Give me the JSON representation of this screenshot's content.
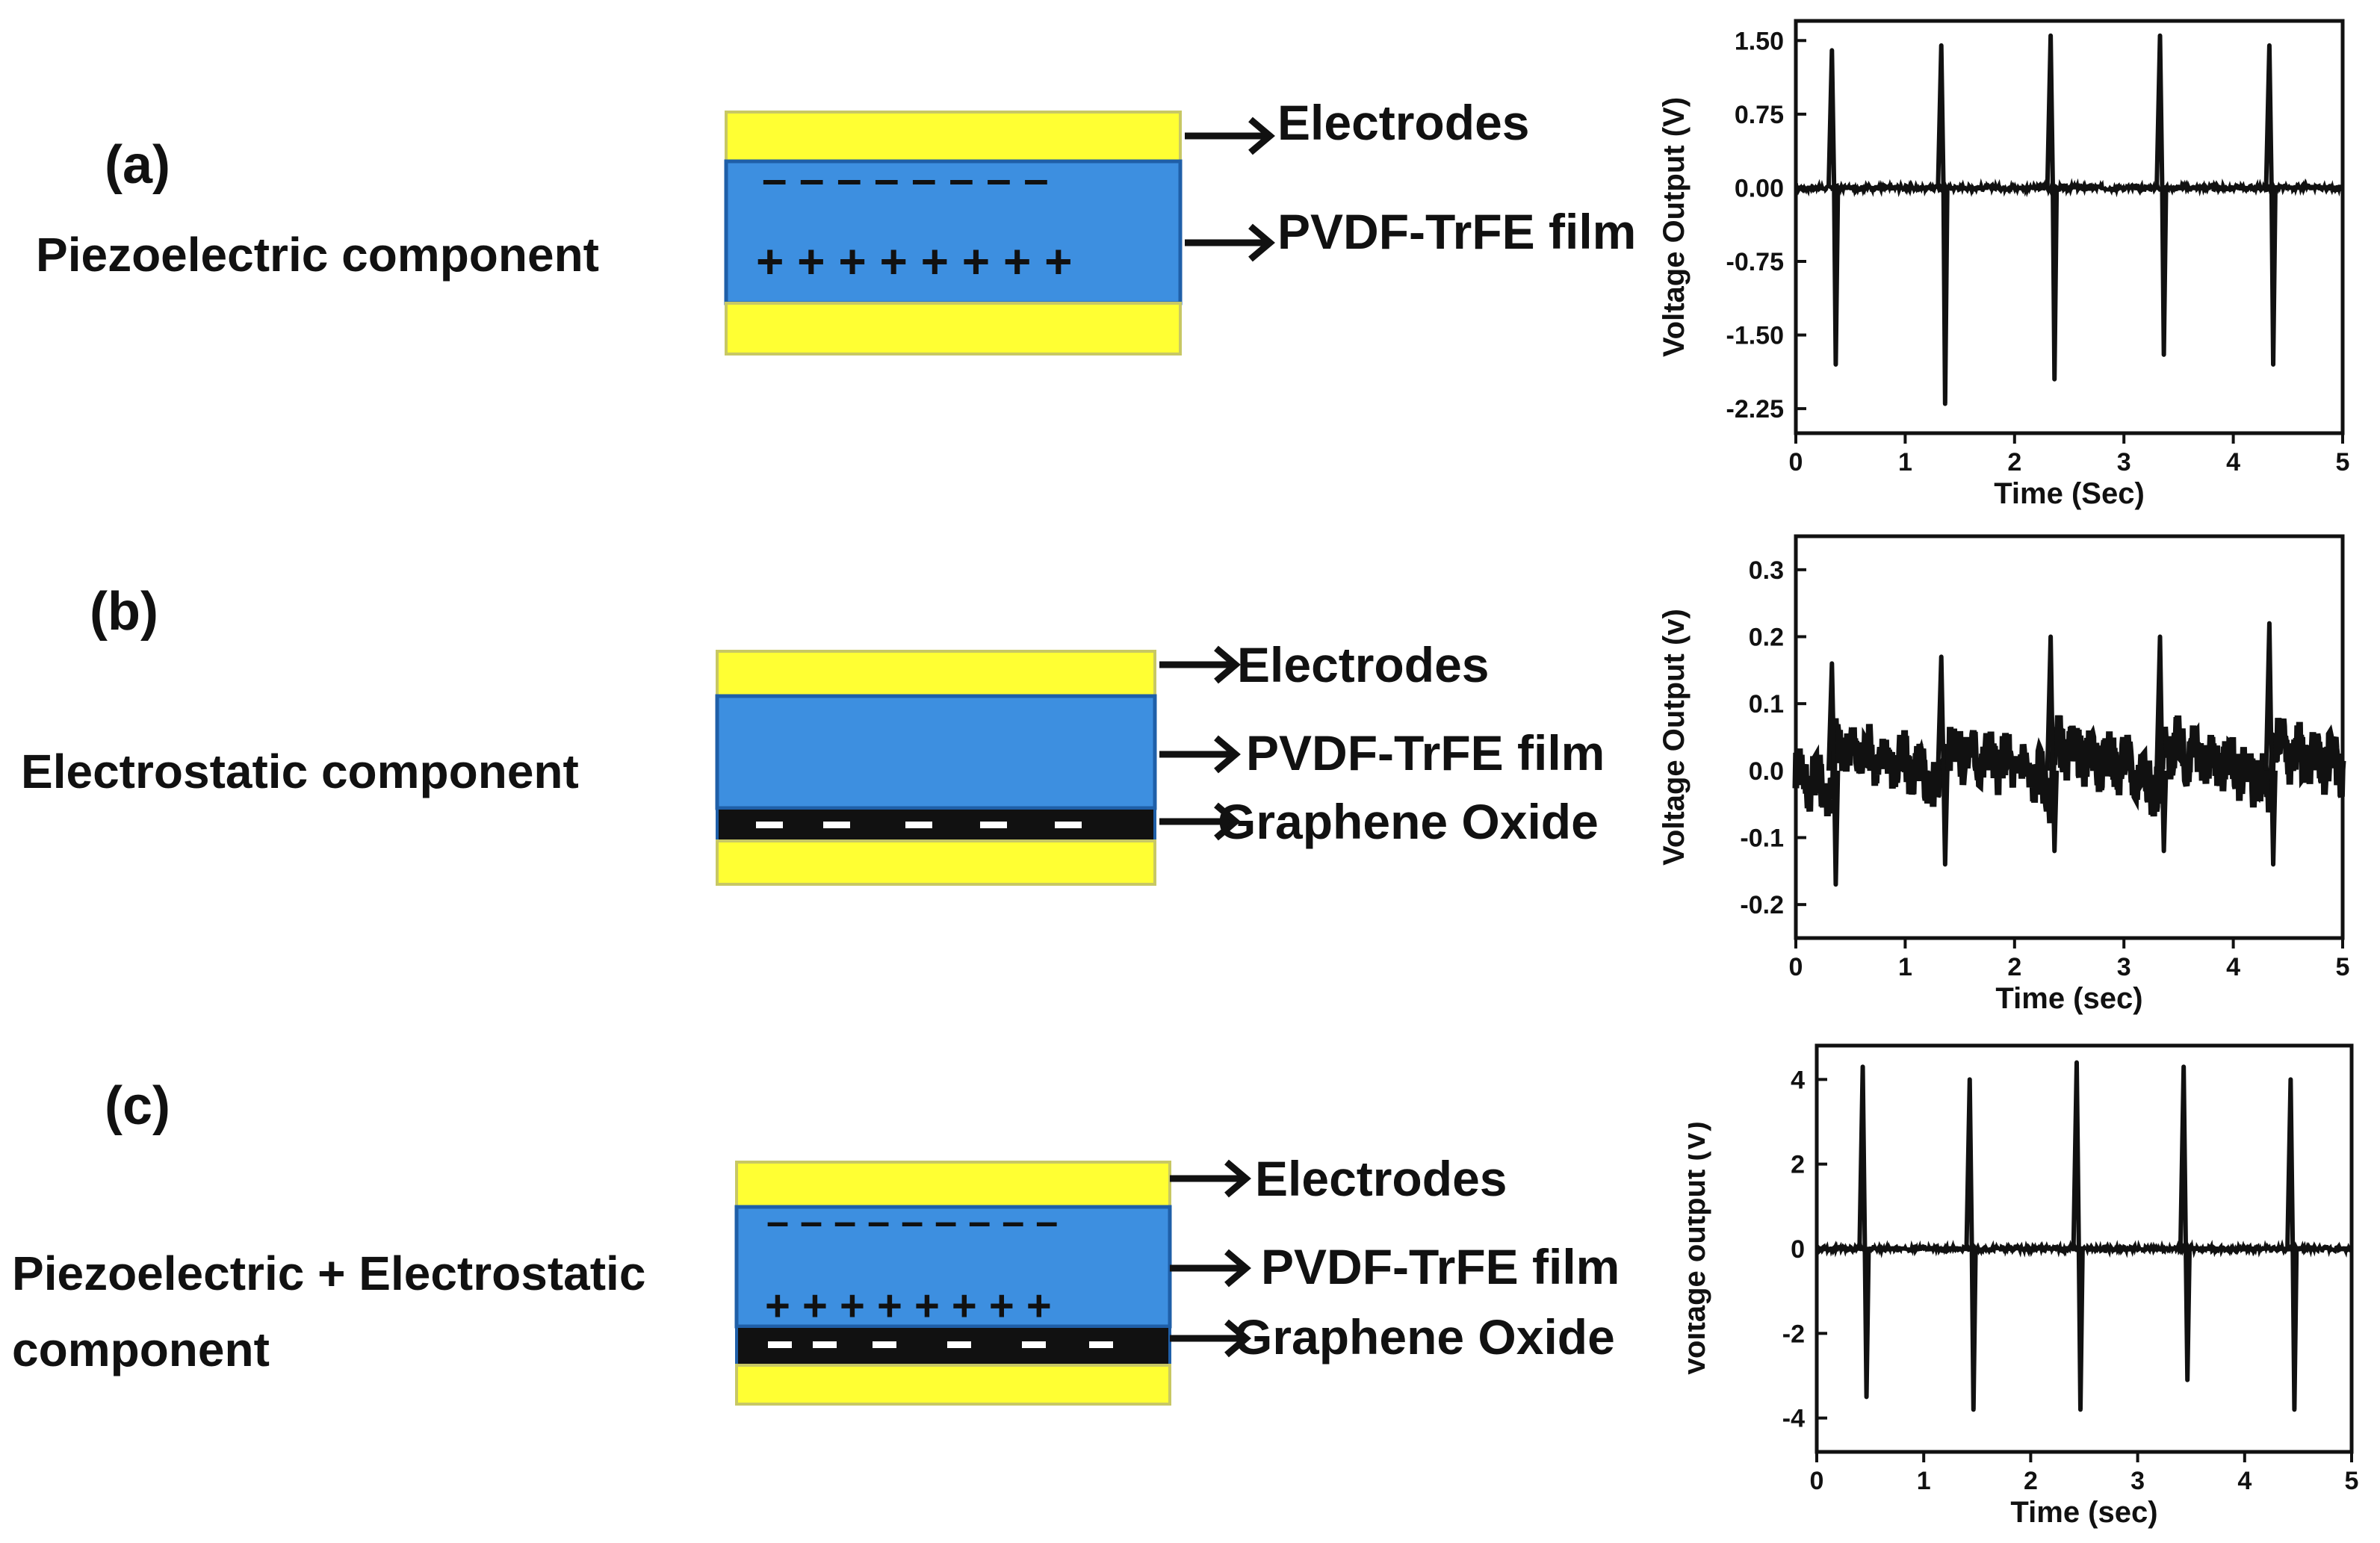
{
  "panels": [
    {
      "letter": "(a)",
      "component": "Piezoelectric component",
      "layers": {
        "electrodes": "Electrodes",
        "film": "PVDF-TrFE film"
      },
      "film_top_charges": "– – – – – – – –",
      "film_bottom_charges": "+ + + + + + + +"
    },
    {
      "letter": "(b)",
      "component": "Electrostatic component",
      "layers": {
        "electrodes": "Electrodes",
        "film": "PVDF-TrFE film",
        "graphene": "Graphene Oxide"
      }
    },
    {
      "letter": "(c)",
      "component": "Piezoelectric + Electrostatic component",
      "layers": {
        "electrodes": "Electrodes",
        "film": "PVDF-TrFE film",
        "graphene": "Graphene Oxide"
      },
      "film_top_charges": "– – – – – – – – –",
      "film_bottom_charges": "+ + + + + + + +"
    }
  ],
  "colors": {
    "electrode": "#ffff33",
    "electrode_border": "#c8c864",
    "film": "#3d8fe0",
    "film_border": "#1f5fa8",
    "graphene": "#111111",
    "signal": "#111111"
  },
  "chart_data": [
    {
      "type": "line",
      "xlabel": "Time (Sec)",
      "ylabel": "Voltage Output (V)",
      "xlim": [
        0,
        5
      ],
      "ylim": [
        -2.5,
        1.7
      ],
      "xticks": [
        0,
        1,
        2,
        3,
        4,
        5
      ],
      "yticks": [
        1.5,
        0.75,
        0.0,
        -0.75,
        -1.5,
        -2.25
      ],
      "ytick_labels": [
        "1.50",
        "0.75",
        "0.00",
        "-0.75",
        "-1.50",
        "-2.25"
      ],
      "pulses": [
        {
          "t": 0.35,
          "peak": 1.4,
          "trough": -1.8
        },
        {
          "t": 1.35,
          "peak": 1.45,
          "trough": -2.2
        },
        {
          "t": 2.35,
          "peak": 1.55,
          "trough": -1.95
        },
        {
          "t": 3.35,
          "peak": 1.55,
          "trough": -1.7
        },
        {
          "t": 4.35,
          "peak": 1.45,
          "trough": -1.8
        }
      ],
      "baseline": 0.0
    },
    {
      "type": "line",
      "xlabel": "Time (sec)",
      "ylabel": "Voltage Output (v)",
      "xlim": [
        0,
        5
      ],
      "ylim": [
        -0.25,
        0.35
      ],
      "xticks": [
        0,
        1,
        2,
        3,
        4,
        5
      ],
      "yticks": [
        0.3,
        0.2,
        0.1,
        0.0,
        -0.1,
        -0.2
      ],
      "ytick_labels": [
        "0.3",
        "0.2",
        "0.1",
        "0.0",
        "-0.1",
        "-0.2"
      ],
      "pulses": [
        {
          "t": 0.35,
          "peak": 0.16,
          "trough": -0.17
        },
        {
          "t": 1.35,
          "peak": 0.17,
          "trough": -0.14
        },
        {
          "t": 2.35,
          "peak": 0.2,
          "trough": -0.12
        },
        {
          "t": 3.35,
          "peak": 0.2,
          "trough": -0.12
        },
        {
          "t": 4.35,
          "peak": 0.22,
          "trough": -0.14
        }
      ],
      "baseline": 0.0
    },
    {
      "type": "line",
      "xlabel": "Time (sec)",
      "ylabel": "Voltage output (V)",
      "xlim": [
        0,
        5
      ],
      "ylim": [
        -4.8,
        4.8
      ],
      "xticks": [
        0,
        1,
        2,
        3,
        4,
        5
      ],
      "yticks": [
        4,
        2,
        0,
        -2,
        -4
      ],
      "ytick_labels": [
        "4",
        "2",
        "0",
        "-2",
        "-4"
      ],
      "pulses": [
        {
          "t": 0.45,
          "peak": 4.3,
          "trough": -3.5
        },
        {
          "t": 1.45,
          "peak": 4.0,
          "trough": -3.8
        },
        {
          "t": 2.45,
          "peak": 4.4,
          "trough": -3.8
        },
        {
          "t": 3.45,
          "peak": 4.3,
          "trough": -3.1
        },
        {
          "t": 4.45,
          "peak": 4.0,
          "trough": -3.8
        }
      ],
      "baseline": 0.0
    }
  ]
}
